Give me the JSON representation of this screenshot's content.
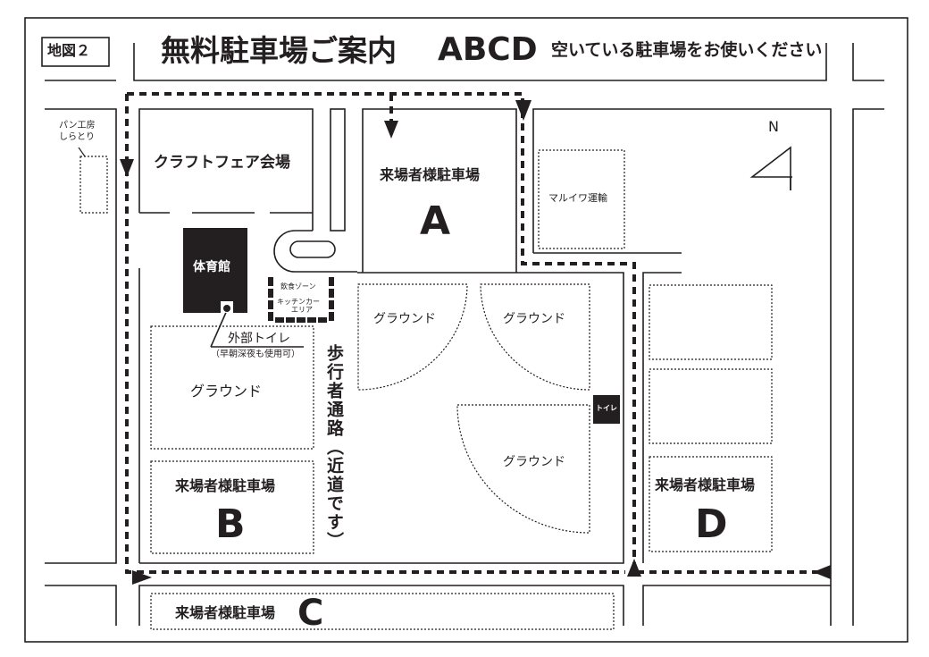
{
  "header": {
    "map_number": "地図２",
    "title": "無料駐車場ご案内",
    "title_letters": "ABCD",
    "subtitle": "空いている駐車場をお使いください"
  },
  "places": {
    "bakery_line1": "パン工房",
    "bakery_line2": "しらとり",
    "craft_fair": "クラフトフェア会場",
    "gym": "体育館",
    "food_zone": "飲食ゾーン",
    "kitchen_car_line1": "キッチンカー",
    "kitchen_car_line2": "エリア",
    "outdoor_toilet": "外部トイレ",
    "outdoor_toilet_note": "（早朝深夜も使用可）",
    "maruiwa": "マルイワ運輸",
    "toilet": "トイレ",
    "walkway": "歩行者通路（近道です）",
    "ground": "グラウンド"
  },
  "parking": {
    "label": "来場者様駐車場",
    "a": "A",
    "b": "B",
    "c": "C",
    "d": "D"
  },
  "compass": {
    "north": "N"
  }
}
